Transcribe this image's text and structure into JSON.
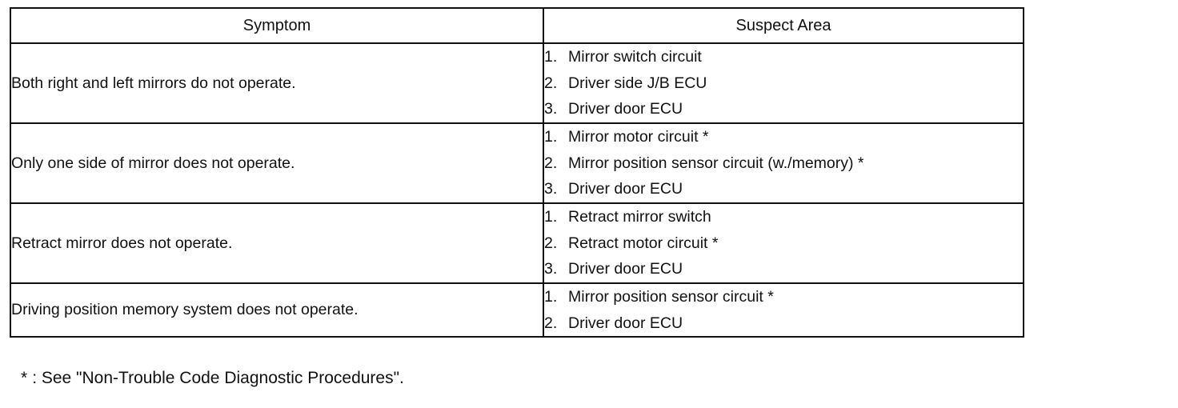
{
  "table": {
    "headers": {
      "symptom": "Symptom",
      "suspect": "Suspect Area"
    },
    "rows": [
      {
        "symptom": "Both right and left mirrors do not operate.",
        "items": [
          {
            "num": "1.",
            "text": "Mirror switch circuit"
          },
          {
            "num": "2.",
            "text": "Driver side J/B ECU"
          },
          {
            "num": "3.",
            "text": "Driver door ECU"
          }
        ]
      },
      {
        "symptom": "Only one side of mirror does not operate.",
        "items": [
          {
            "num": "1.",
            "text": "Mirror motor circuit *"
          },
          {
            "num": "2.",
            "text": "Mirror position sensor circuit (w./memory) *"
          },
          {
            "num": "3.",
            "text": "Driver door ECU"
          }
        ]
      },
      {
        "symptom": "Retract mirror does not operate.",
        "items": [
          {
            "num": "1.",
            "text": "Retract mirror switch"
          },
          {
            "num": "2.",
            "text": "Retract motor circuit *"
          },
          {
            "num": "3.",
            "text": "Driver door ECU"
          }
        ]
      },
      {
        "symptom": "Driving position memory system does not operate.",
        "items": [
          {
            "num": "1.",
            "text": "Mirror position sensor circuit *"
          },
          {
            "num": "2.",
            "text": "Driver door ECU"
          }
        ]
      }
    ]
  },
  "footnote": {
    "marker": "*",
    "text": ": See \"Non-Trouble Code Diagnostic Procedures\"."
  }
}
